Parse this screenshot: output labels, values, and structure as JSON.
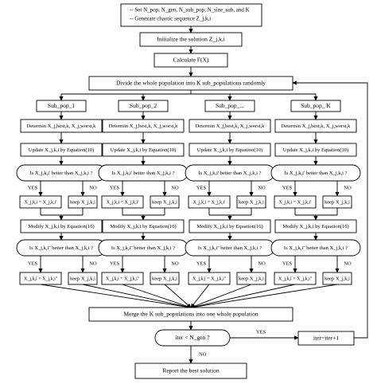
{
  "nodes": {
    "init_params_line1": "-- Set N_pop, N_gen, N_sub_pop, N_size_sub, and K",
    "init_params_line2": "-- Genezate chaotic sequence Z_j,k,i",
    "init_solution": "Initialize the solution Z_j,k,i",
    "calculate": "Calculate  F(X)",
    "divide": "Divide the whole population into K sub_populations randomly",
    "subpops": [
      "Sub_pop_1",
      "Sub_pop_2",
      "Sub_pop_...",
      "Sub_pop_ K"
    ],
    "determine": "Determin X_j,best,k, X_j,worst,k",
    "update": "Update X_j,k,i by Equation(10)",
    "is_better_1": "Is X_j,k,i' better than X_j,k,i ?",
    "yes": "YES",
    "no": "NO",
    "assign_1": "X_j,k,i = X_j,k,i'",
    "keep_1": "keep X_j,k,i",
    "modify": "Modify X_j,k,i by Equation(16)",
    "is_better_2": "Is X_j,k,i'' better than X_j,k,i ?",
    "assign_2": "X_j,k,i = X_j,k,i''",
    "keep_2": "keep X_j,k,i",
    "merge": "Merge the K sub_populations into one whole population",
    "iter_check": "iter < N_gen ?",
    "iter_increment": "iter=iter+1",
    "report": "Report the best solution"
  }
}
